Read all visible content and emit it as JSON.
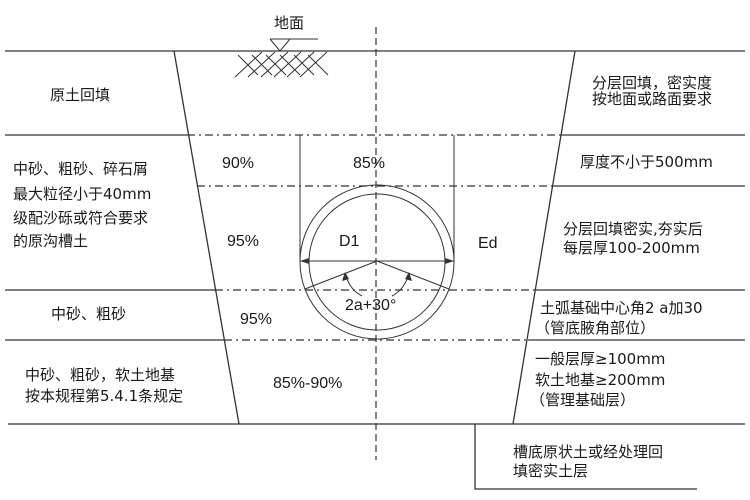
{
  "ground_label": "地面",
  "left_labels": {
    "backfill": "原土回填",
    "zone2": [
      "中砂、粗砂、碎石屑",
      "最大粒径小于40mm",
      "级配沙砾或符合要求",
      "的原沟槽土"
    ],
    "zone3": "中砂、粗砂",
    "zone4": [
      "中砂、粗砂，软土地基",
      "按本规程第5.4.1条规定"
    ]
  },
  "compaction": {
    "top_side": "90%",
    "top_center": "85%",
    "pipe_side": "95%",
    "haunch": "95%",
    "bedding": "85%-90%"
  },
  "pipe_labels": {
    "diameter": "D1",
    "outer": "Ed",
    "angle": "2a+30°"
  },
  "right_labels": {
    "backfill": [
      "分层回填，密实度",
      "按地面或路面要求"
    ],
    "top_zone": "厚度不小于500mm",
    "pipe_zone": [
      "分层回填密实,夯实后",
      "每层厚100-200mm"
    ],
    "haunch_zone": [
      "土弧基础中心角2 a加30",
      "（管底腋角部位）"
    ],
    "bedding_zone": [
      "一般层厚≥100mm",
      "软土地基≥200mm",
      "（管理基础层）"
    ]
  },
  "bottom_label": [
    "槽底原状土或经处理回",
    "填密实土层"
  ]
}
